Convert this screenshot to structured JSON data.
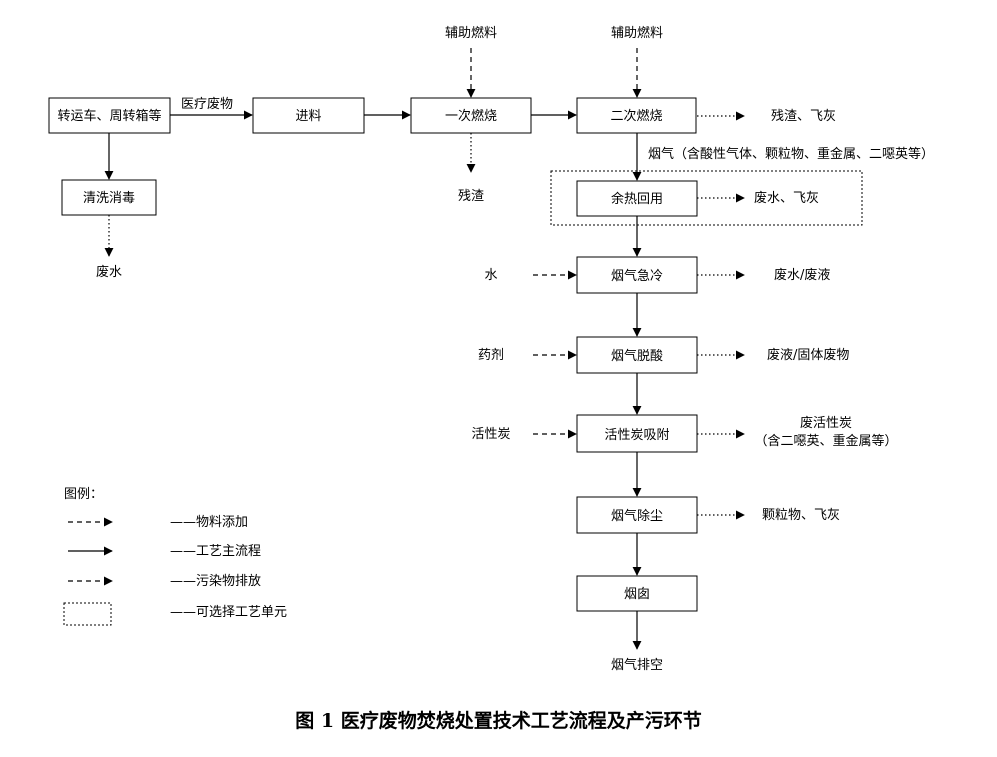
{
  "nodes": {
    "transport": "转运车、周转箱等",
    "feed": "进料",
    "primary": "一次燃烧",
    "secondary": "二次燃烧",
    "wash": "清洗消毒",
    "heat": "余热回用",
    "quench": "烟气急冷",
    "deacid": "烟气脱酸",
    "carbon": "活性炭吸附",
    "dust": "烟气除尘",
    "chimney": "烟囱"
  },
  "labels": {
    "medical_waste": "医疗废物",
    "aux_fuel_1": "辅助燃料",
    "aux_fuel_2": "辅助燃料",
    "slag": "残渣",
    "wastewater_wash": "废水",
    "slag_flyash": "残渣、飞灰",
    "flue_gas": "烟气（含酸性气体、颗粒物、重金属、二噁英等）",
    "heat_out": "废水、飞灰",
    "water": "水",
    "quench_out": "废水/废液",
    "agent": "药剂",
    "deacid_out": "废液/固体废物",
    "activated_carbon": "活性炭",
    "carbon_out_1": "废活性炭",
    "carbon_out_2": "（含二噁英、重金属等）",
    "dust_out": "颗粒物、飞灰",
    "exhaust": "烟气排空"
  },
  "legend": {
    "title": "图例：",
    "material": "——物料添加",
    "main_flow": "——工艺主流程",
    "pollutant": "——污染物排放",
    "optional": "——可选择工艺单元"
  },
  "caption": "图 1  医疗废物焚烧处置技术工艺流程及产污环节"
}
